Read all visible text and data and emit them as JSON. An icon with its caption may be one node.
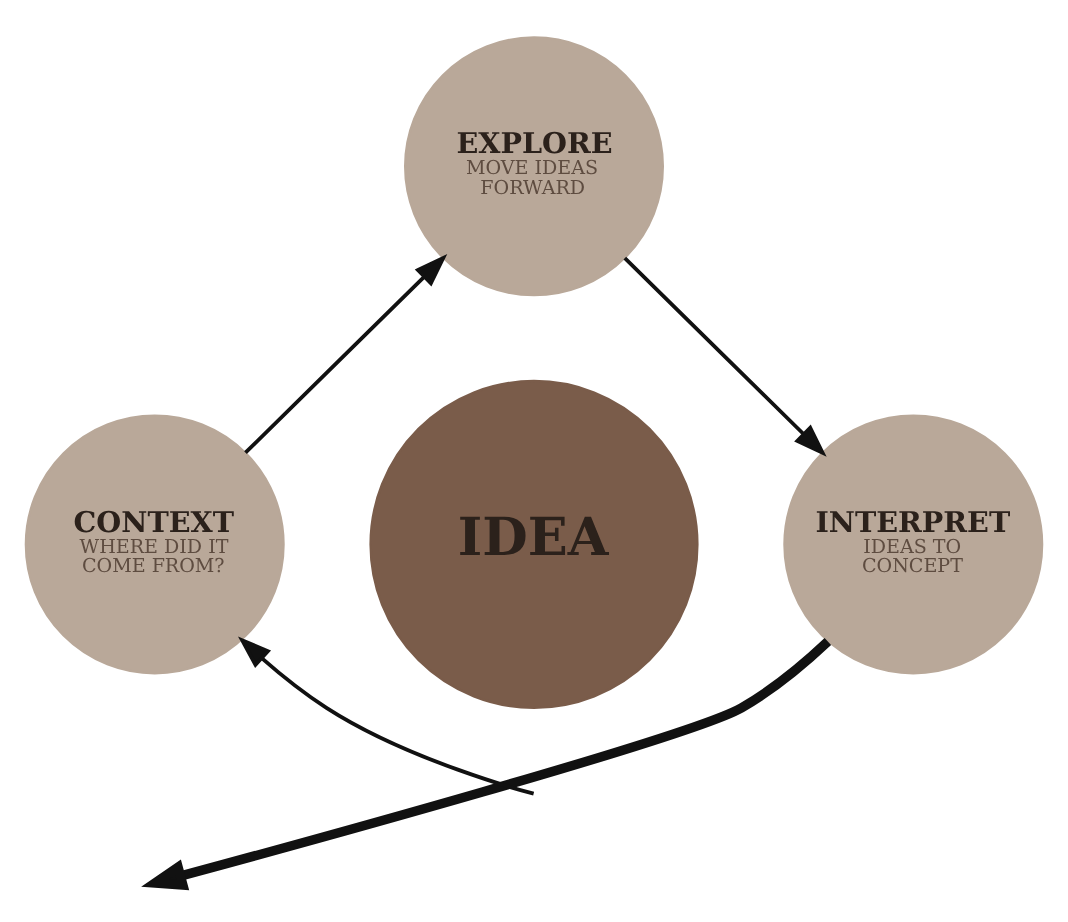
{
  "diagram": {
    "nodes": [
      {
        "text": [
          "IDEA"
        ]
      },
      {
        "text": [
          "EXPLORE",
          "MOVE IDEAS FORWARD"
        ]
      },
      {
        "text": [
          "INTERPRET",
          "IDEAS TO CONCEPT"
        ]
      },
      {
        "text": [
          "CONTEXT",
          "WHERE DID IT COME FROM?"
        ]
      }
    ],
    "edges": [
      {
        "from": 3,
        "to": 1,
        "arrow": "to"
      },
      {
        "from": 1,
        "to": 2,
        "arrow": "to"
      },
      {
        "from": 2,
        "to": null,
        "arrow": "to",
        "style": "thick"
      },
      {
        "from": null,
        "to": 3,
        "arrow": "to"
      }
    ]
  }
}
